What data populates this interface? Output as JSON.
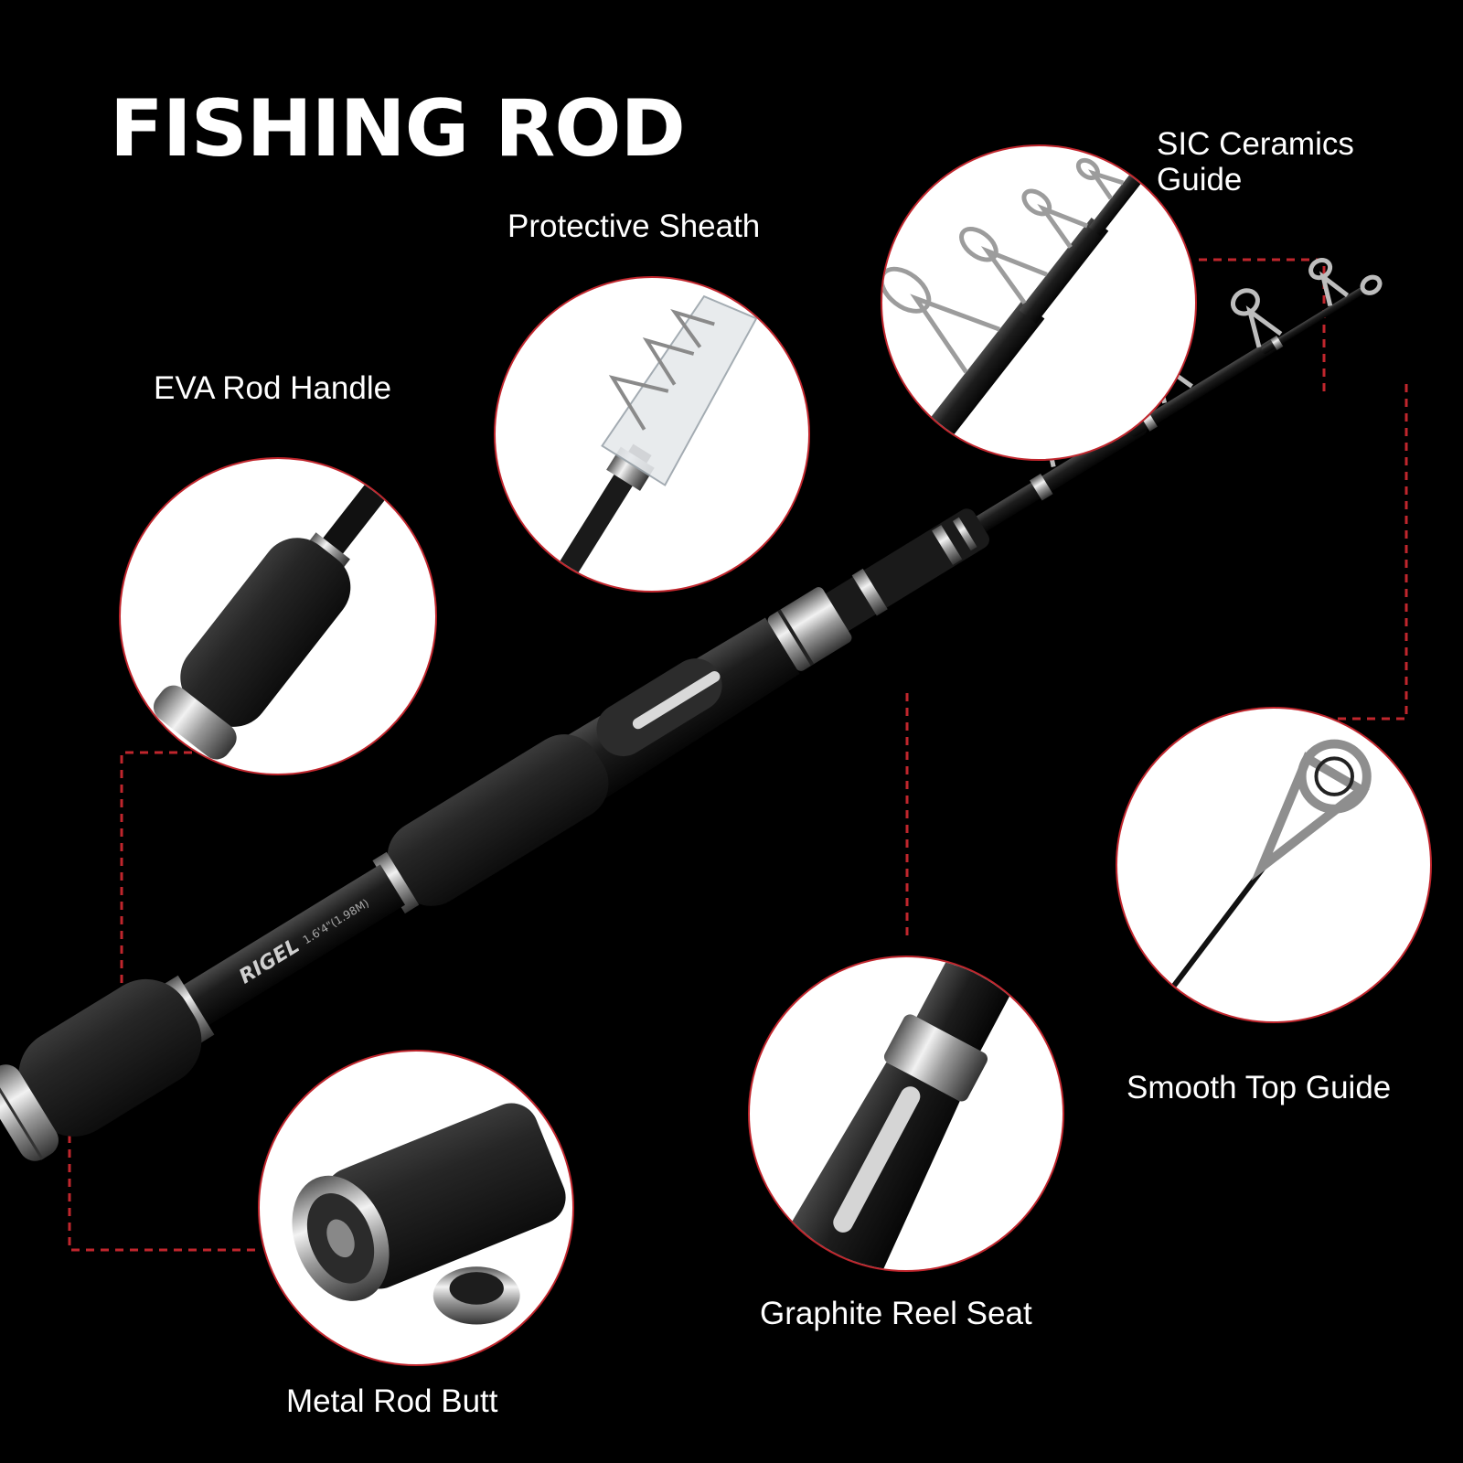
{
  "title": "FISHING ROD",
  "colors": {
    "background": "#000000",
    "text": "#ffffff",
    "accent": "#c0262d"
  },
  "rod_brand": "RIGEL",
  "rod_length_label": "1.6'4\"(1.98M)",
  "features": [
    {
      "key": "eva",
      "label": "EVA Rod Handle",
      "icon": "eva-handle-closeup-icon"
    },
    {
      "key": "sheath",
      "label": "Protective Sheath",
      "icon": "protective-sheath-closeup-icon"
    },
    {
      "key": "sic",
      "label": "SIC Ceramics\nGuide",
      "icon": "sic-guides-closeup-icon"
    },
    {
      "key": "top",
      "label": "Smooth Top Guide",
      "icon": "top-guide-closeup-icon"
    },
    {
      "key": "reel",
      "label": "Graphite Reel Seat",
      "icon": "reel-seat-closeup-icon"
    },
    {
      "key": "butt",
      "label": "Metal Rod Butt",
      "icon": "rod-butt-closeup-icon"
    }
  ]
}
